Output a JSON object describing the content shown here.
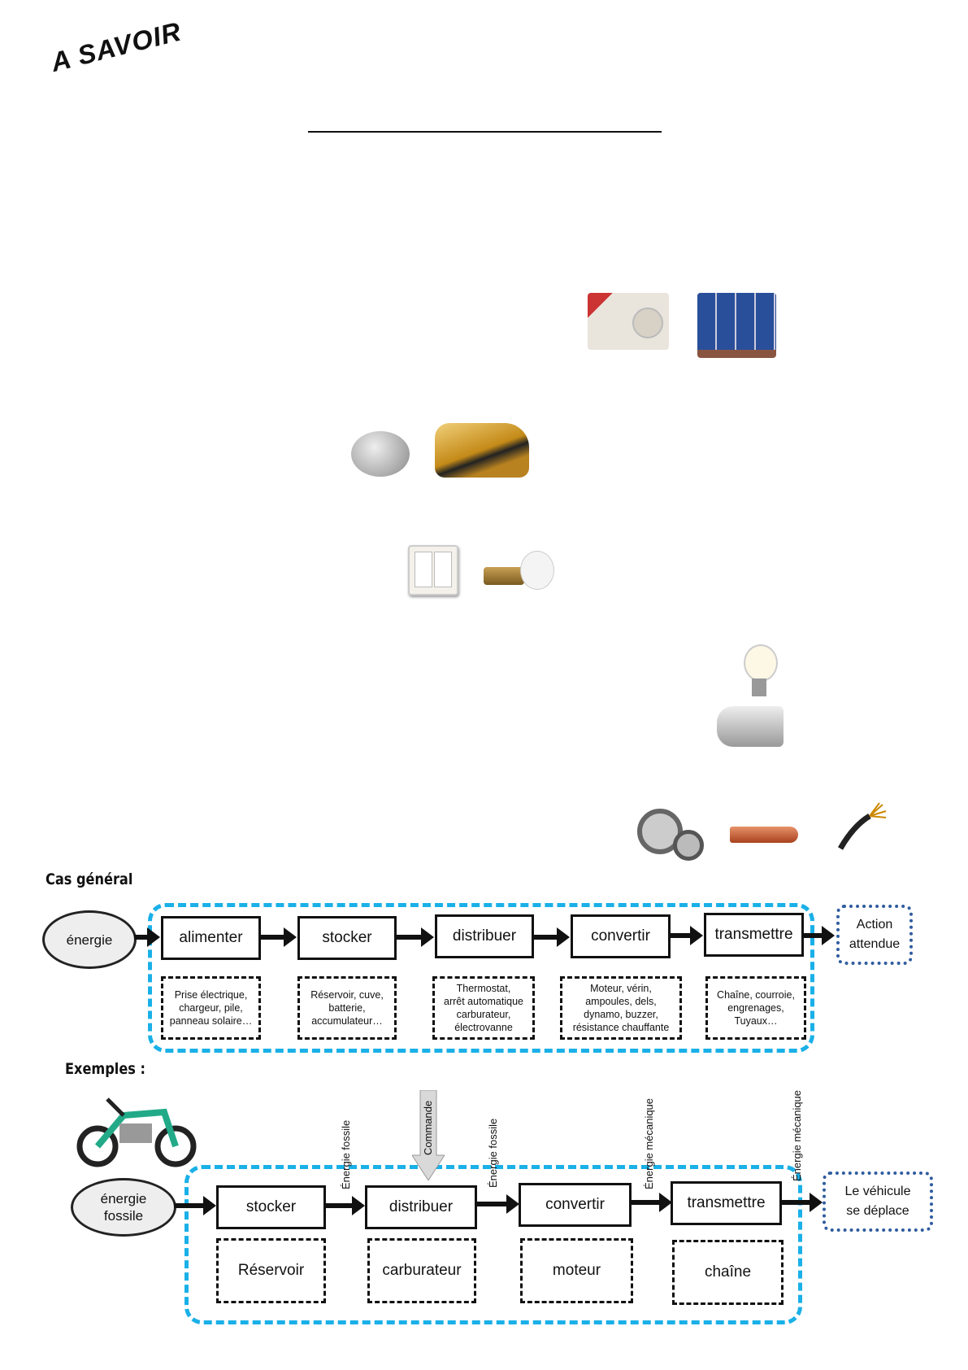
{
  "header": {
    "title": "A SAVOIR"
  },
  "images": {
    "plug": "electric-plug-photo",
    "solar": "solar-panel-photo",
    "battery": "coin-battery-photo",
    "tank": "fuel-tank-photo",
    "switch": "light-switch-photo",
    "valve": "thermostatic-valve-photo",
    "bulb": "light-bulb-photo",
    "motor": "electric-motor-photo",
    "chain": "chain-sprocket-photo",
    "pipe": "copper-pipe-photo",
    "cable": "electric-cable-photo",
    "moto": "dirt-bike-photo"
  },
  "general": {
    "heading": "Cas général",
    "input": "énergie",
    "functions": [
      "alimenter",
      "stocker",
      "distribuer",
      "convertir",
      "transmettre"
    ],
    "examples": [
      [
        "Prise électrique,",
        "chargeur, pile,",
        "panneau solaire…"
      ],
      [
        "Réservoir, cuve,",
        "batterie,",
        "accumulateur…"
      ],
      [
        "Thermostat,",
        "arrêt automatique",
        "carburateur,",
        "électrovanne"
      ],
      [
        "Moteur, vérin,",
        "ampoules, dels,",
        "dynamo, buzzer,",
        "résistance chauffante"
      ],
      [
        "Chaîne, courroie,",
        "engrenages,",
        "Tuyaux…"
      ]
    ],
    "output": [
      "Action",
      "attendue"
    ]
  },
  "example": {
    "heading": "Exemples :",
    "input": [
      "énergie",
      "fossile"
    ],
    "functions": [
      "stocker",
      "distribuer",
      "convertir",
      "transmettre"
    ],
    "components": [
      "Réservoir",
      "carburateur",
      "moteur",
      "chaîne"
    ],
    "flows": [
      "Énergie fossile",
      "Énergie fossile",
      "Énergie mécanique",
      "Énergie mécanique"
    ],
    "command": "Commande",
    "output": [
      "Le véhicule",
      "se déplace"
    ]
  },
  "colors": {
    "accent": "#1ab0e8",
    "output_border": "#2f5c9e"
  }
}
